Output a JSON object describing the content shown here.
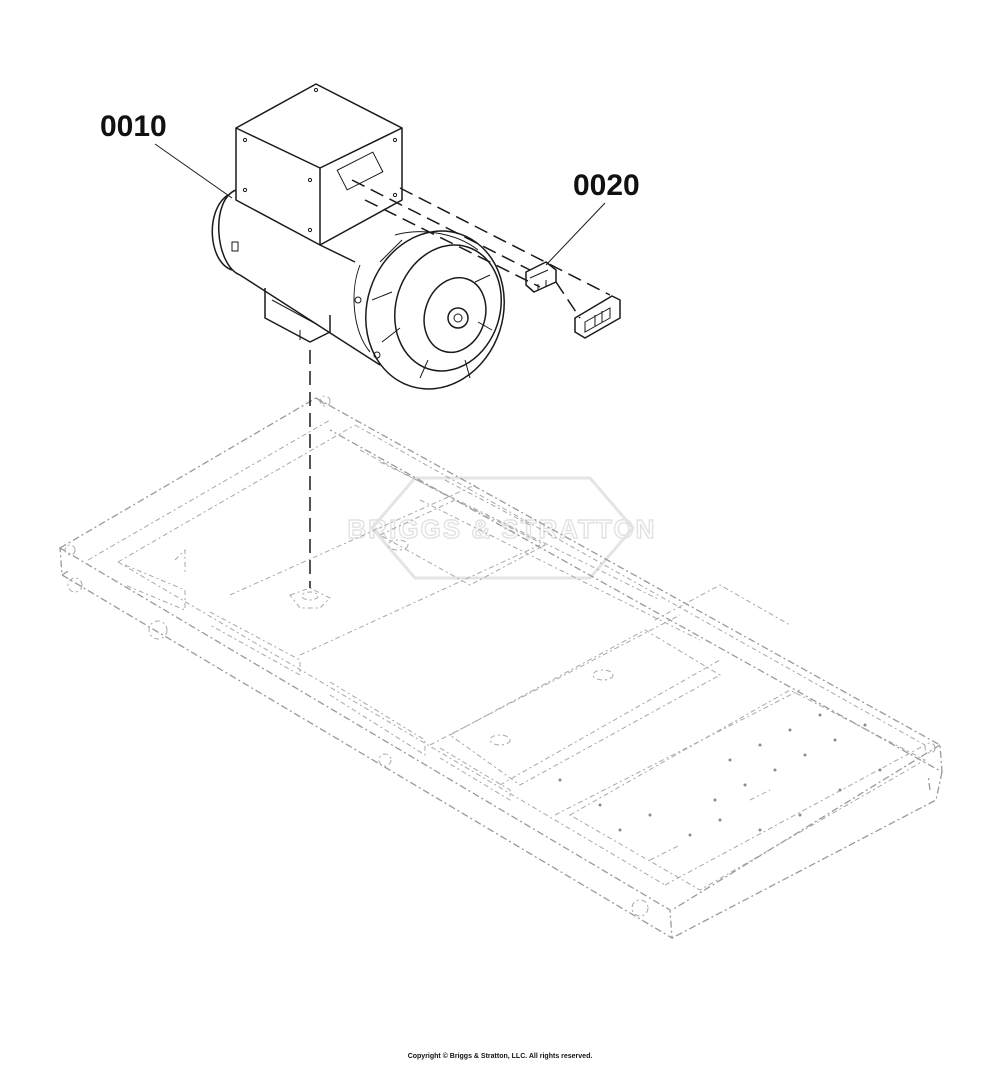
{
  "callouts": [
    {
      "id": "0010"
    },
    {
      "id": "0020"
    }
  ],
  "watermark": "BRIGGS & STRATTON",
  "copyright": "Copyright © Briggs & Stratton, LLC. All rights reserved."
}
